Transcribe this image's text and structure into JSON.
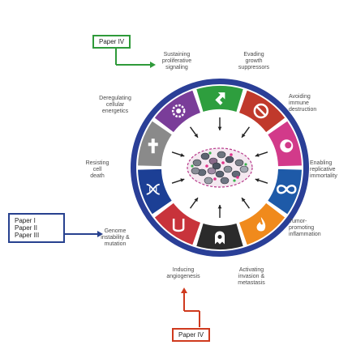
{
  "hallmarks": [
    {
      "label": [
        "Sustaining",
        "proliferative",
        "signaling"
      ],
      "color": "#2e9e3e",
      "icon": "arrow-icon"
    },
    {
      "label": [
        "Evading",
        "growth",
        "suppressors"
      ],
      "color": "#c0392b",
      "icon": "no-entry-icon"
    },
    {
      "label": [
        "Avoiding",
        "immune",
        "destruction"
      ],
      "color": "#d23a8a",
      "icon": "immune-cell-icon"
    },
    {
      "label": [
        "Enabling",
        "replicative",
        "immortality"
      ],
      "color": "#1e5aa8",
      "icon": "infinity-icon"
    },
    {
      "label": [
        "Tumor-",
        "promoting",
        "inflammation"
      ],
      "color": "#f08a1c",
      "icon": "flame-icon"
    },
    {
      "label": [
        "Activating",
        "invasion &",
        "metastasis"
      ],
      "color": "#2b2b2b",
      "icon": "ghost-cell-icon"
    },
    {
      "label": [
        "Inducing",
        "angiogenesis"
      ],
      "color": "#c8333b",
      "icon": "beaker-icon"
    },
    {
      "label": [
        "Genome",
        "instability &",
        "mutation"
      ],
      "color": "#1c3f95",
      "icon": "dna-icon"
    },
    {
      "label": [
        "Resisting",
        "cell",
        "death"
      ],
      "color": "#8a8a8a",
      "icon": "cross-icon"
    },
    {
      "label": [
        "Deregulating",
        "cellular",
        "energetics"
      ],
      "color": "#7a3d99",
      "icon": "gear-icon"
    }
  ],
  "papers": {
    "top": [
      "Paper IV"
    ],
    "left": [
      "Paper I",
      "Paper II",
      "Paper III"
    ],
    "bottom": [
      "Paper IV"
    ]
  },
  "colors": {
    "ring": "#2a3f97",
    "paper_top": "#2f9a3a",
    "paper_left": "#27418f",
    "paper_bottom": "#cf3a1e"
  }
}
